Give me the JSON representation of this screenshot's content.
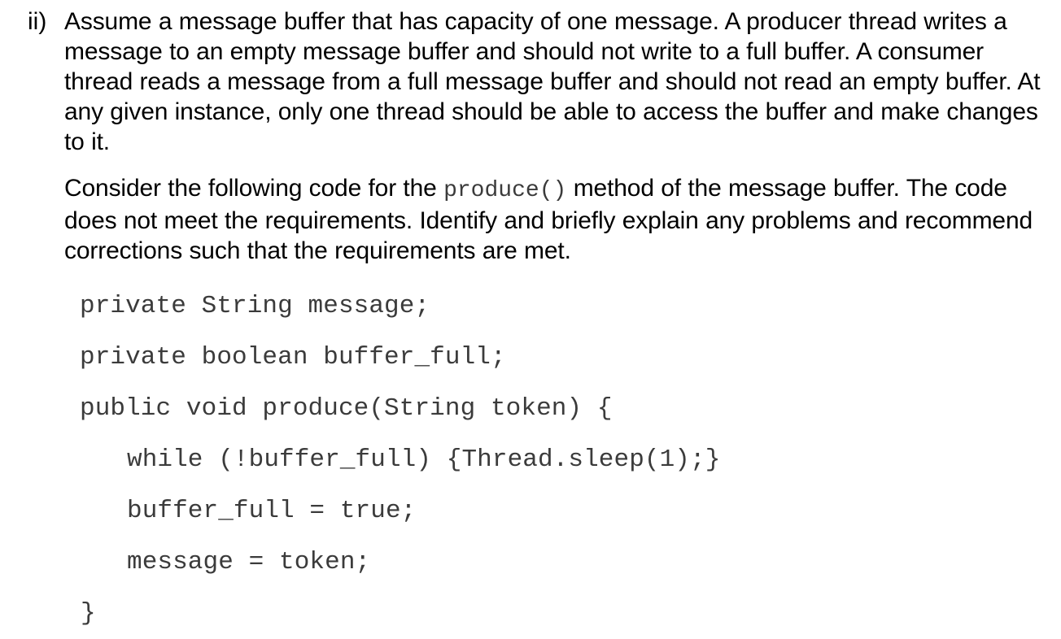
{
  "question": {
    "marker": "ii)",
    "paragraph_1": "Assume a message buffer that has capacity of one message. A producer thread writes a message to an empty message buffer and should not write to a full buffer. A consumer thread reads a message from a full message buffer and should not read an empty buffer. At any given instance, only one thread should be able to access the buffer and make changes to it.",
    "paragraph_2_part_1": "Consider the following code for the ",
    "paragraph_2_code": "produce()",
    "paragraph_2_part_2": " method of the message buffer. The code does not meet the requirements. Identify and briefly explain any problems and recommend corrections such that the requirements are met."
  },
  "code": {
    "language": "java",
    "lines": [
      {
        "text": "private String message;",
        "indent": 0
      },
      {
        "text": "private boolean buffer_full;",
        "indent": 0
      },
      {
        "text": "public void produce(String token) {",
        "indent": 0
      },
      {
        "text": "while (!buffer_full) {Thread.sleep(1);}",
        "indent": 1
      },
      {
        "text": "buffer_full = true;",
        "indent": 1
      },
      {
        "text": "message = token;",
        "indent": 1
      },
      {
        "text": "}",
        "indent": 0
      }
    ]
  },
  "colors": {
    "background": "#ffffff",
    "body_text": "#000000",
    "code_text": "#3b3b3b"
  }
}
